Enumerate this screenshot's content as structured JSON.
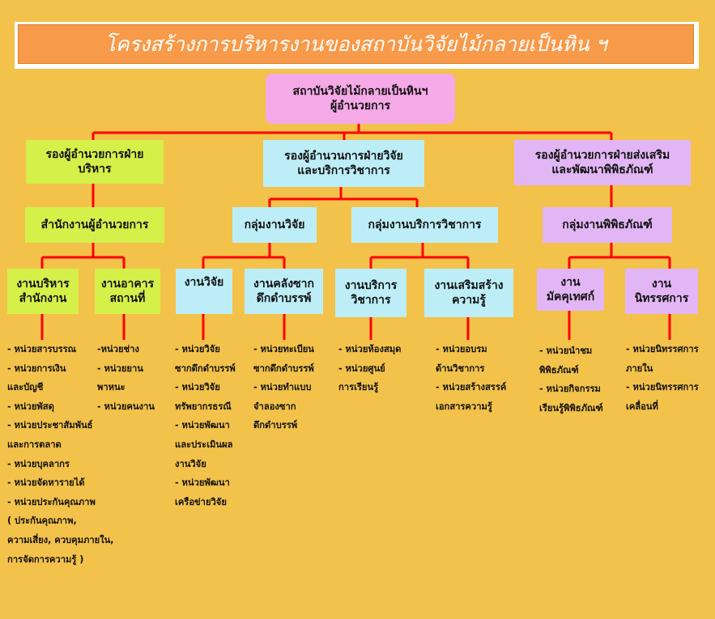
{
  "title": "โครงสร้างการบริหารงานของสถาบันวิจัยไม้กลายเป็นหิน ฯ",
  "colors": {
    "background": "#f3c24a",
    "title_bar": "#f79a4a",
    "connector": "#ff0000",
    "director_box": "#f5a9e6",
    "admin_branch": "#d6f04a",
    "research_branch": "#bdeef7",
    "promotion_branch": "#e2b6f4"
  },
  "director": {
    "line1": "สถาบันวิจัยไม้กลายเป็นหินฯ",
    "line2": "ผู้อำนวยการ"
  },
  "deputies": {
    "admin": {
      "line1": "รองผู้อำนวยการฝ่าย",
      "line2": "บริหาร"
    },
    "research": {
      "line1": "รองผู้อำนวนการฝ่ายวิจัย",
      "line2": "และบริการวิชาการ"
    },
    "promotion": {
      "line1": "รองผู้อำนวยการฝ่ายส่งเสริม",
      "line2": "และพัฒนาพิพิธภัณฑ์"
    }
  },
  "groups": {
    "office": "สำนักงานผู้อำนวยการ",
    "research": "กลุ่มงานวิจัย",
    "service": "กลุ่มงานบริการวิชาการ",
    "museum": "กลุ่มงานพิพิธภัณฑ์"
  },
  "units": {
    "office_admin": {
      "line1": "งานบริหาร",
      "line2": "สำนักงาน"
    },
    "buildings": {
      "line1": "งานอาคาร",
      "line2": "สถานที่"
    },
    "research": {
      "line1": "งานวิจัย"
    },
    "warehouse": {
      "line1": "งานคลังซาก",
      "line2": "ดึกดำบรรพ์"
    },
    "academic_service": {
      "line1": "งานบริการ",
      "line2": "วิชาการ"
    },
    "knowledge": {
      "line1": "งานเสริมสร้าง",
      "line2": "ความรู้"
    },
    "curation": {
      "line1": "งาน",
      "line2": "มัคคุเทศก์"
    },
    "exhibition": {
      "line1": "งาน",
      "line2": "นิทรรศการ"
    }
  },
  "lists": {
    "office_admin": [
      "- หน่วยสารบรรณ",
      "- หน่วยการเงิน",
      "และบัญชี",
      "- หน่วยพัสดุ",
      "- หน่วยประชาสัมพันธ์",
      "และการตลาด",
      "- หน่วยบุคลากร",
      "- หน่วยจัดหารายได้",
      "- หน่วยประกันคุณภาพ",
      "( ประกันคุณภาพ,",
      "ความเสี่ยง, ควบคุมภายใน,",
      "การจัดการความรู้ )"
    ],
    "buildings": [
      "-หน่วยช่าง",
      "- หน่วยยาน",
      "พาหนะ",
      "- หน่วยคนงาน"
    ],
    "research": [
      "- หน่วยวิจัย",
      "ซากดึกดำบรรพ์",
      "- หน่วยวิจัย",
      "ทรัพยากรธรณี",
      "- หน่วยพัฒนา",
      "และประเมินผล",
      "งานวิจัย",
      "- หน่วยพัฒนา",
      "เครือข่ายวิจัย"
    ],
    "warehouse": [
      "- หน่วยทะเบียน",
      "ซากดึกดำบรรพ์",
      "- หน่วยทำแบบ",
      "จำลองซาก",
      "ดึกดำบรรพ์"
    ],
    "academic_service": [
      "- หน่วยห้องสมุด",
      "- หน่วยศูนย์",
      "การเรียนรู้"
    ],
    "knowledge": [
      "- หน่วยอบรม",
      "ด้านวิชาการ",
      "- หน่วยสร้างสรรค์",
      "เอกสารความรู้"
    ],
    "curation": [
      "- หน่วยนำชม",
      "พิพิธภัณฑ์",
      "- หน่วยกิจกรรม",
      "เรียนรู้พิพิธภัณฑ์"
    ],
    "exhibition": [
      "- หน่วยนิทรรศการ",
      "ภายใน",
      "- หน่วยนิทรรศการ",
      "เคลื่อนที่"
    ]
  }
}
